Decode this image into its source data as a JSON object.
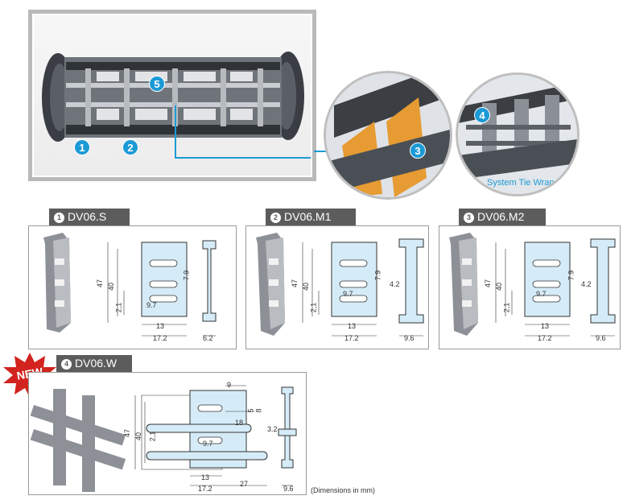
{
  "hero": {
    "badges": [
      "1",
      "2",
      "5"
    ],
    "zoom_left_badge": "3",
    "zoom_right_badge": "4",
    "zoom_right_caption": "System Tie Wrap"
  },
  "products": [
    {
      "num": "1",
      "name": "DV06.S"
    },
    {
      "num": "2",
      "name": "DV06.M1"
    },
    {
      "num": "3",
      "name": "DV06.M2"
    },
    {
      "num": "4",
      "name": "DV06.W"
    }
  ],
  "new_label": "NEW",
  "dims": {
    "h47": "47",
    "h40": "40",
    "h21": "2,1",
    "w97": "9.7",
    "v79": "7.9",
    "w13": "13",
    "w172": "17.2",
    "s62": "6.2",
    "s96": "9.6",
    "v42": "4.2",
    "w9": "9",
    "w5": "5",
    "w8": "8",
    "w18": "18",
    "w27": "27",
    "s32": "3.2"
  },
  "footnote": "(Dimensions in mm)",
  "colors": {
    "accent": "#1c9ad6",
    "tab": "#5c5c5c",
    "drawing_fill": "#d5ecf8",
    "bracket": "#e69b33"
  }
}
